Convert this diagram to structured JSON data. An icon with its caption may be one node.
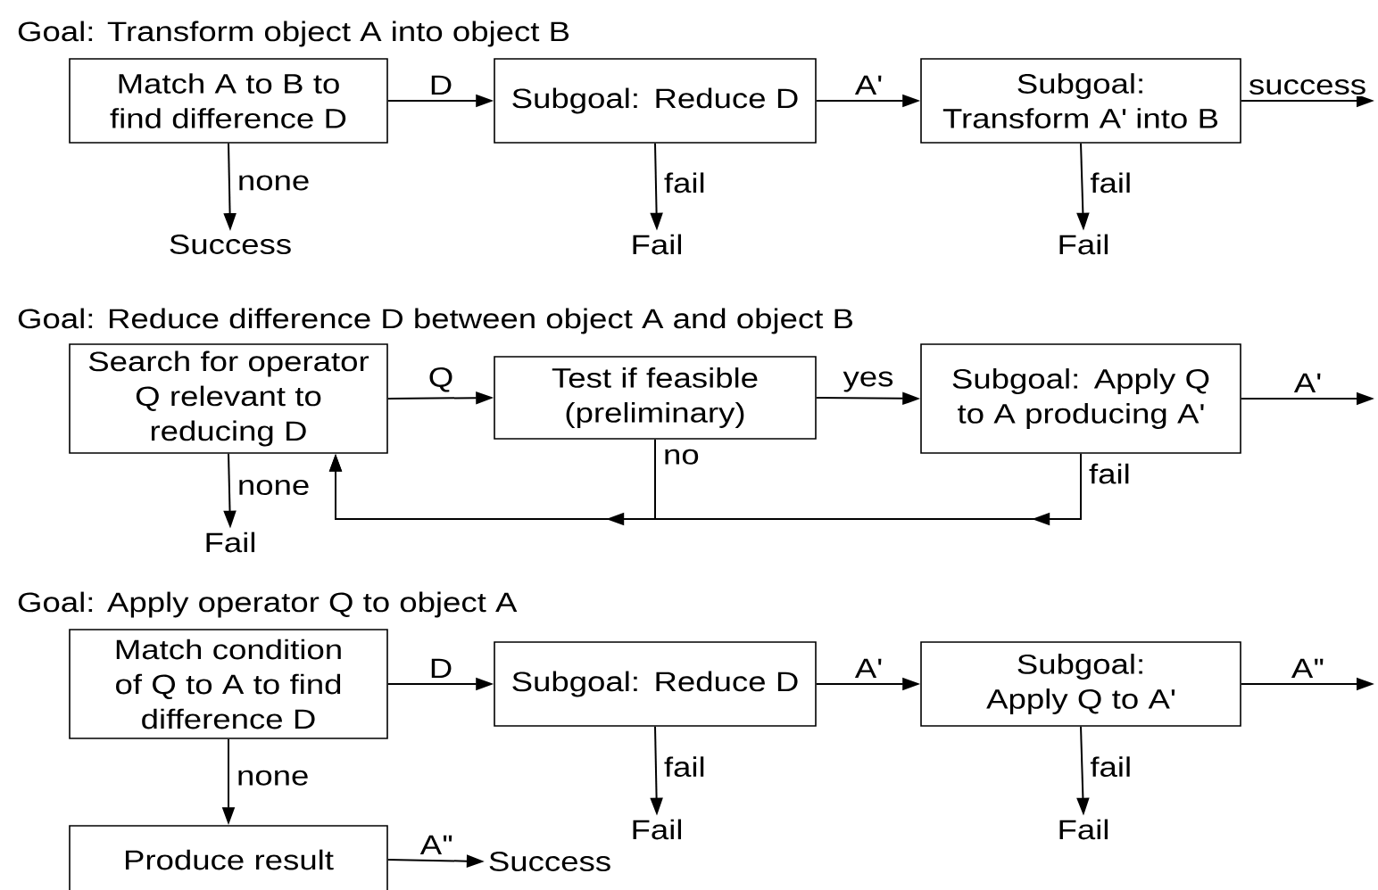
{
  "diagram": {
    "nodes": [
      {
        "text": [
          "Match A to B to find difference D"
        ]
      },
      {
        "text": [
          "Subgoal: Reduce D"
        ]
      },
      {
        "text": [
          "Subgoal: Transform A' into B"
        ]
      },
      {
        "text": [
          "Success"
        ]
      },
      {
        "text": [
          "Fail"
        ]
      },
      {
        "text": [
          "Fail"
        ]
      },
      {
        "text": [
          "Search for operator Q relevant to reducing D"
        ]
      },
      {
        "text": [
          "Test if feasible (preliminary)"
        ]
      },
      {
        "text": [
          "Subgoal: Apply Q to A producing A'"
        ]
      },
      {
        "text": [
          "Fail"
        ]
      },
      {
        "text": [
          "Match condition of Q to A to find difference D"
        ]
      },
      {
        "text": [
          "Subgoal: Reduce D"
        ]
      },
      {
        "text": [
          "Subgoal: Apply Q to A'"
        ]
      },
      {
        "text": [
          "Produce result"
        ]
      },
      {
        "text": [
          "Success"
        ]
      },
      {
        "text": [
          "Fail"
        ]
      },
      {
        "text": [
          "Fail"
        ]
      }
    ],
    "edges": [
      {
        "from": 0,
        "to": 1,
        "arrow": "to",
        "label": "D"
      },
      {
        "from": 1,
        "to": 2,
        "arrow": "to",
        "label": "A'"
      },
      {
        "from": 2,
        "to": null,
        "arrow": "to",
        "label": "success"
      },
      {
        "from": 0,
        "to": 3,
        "arrow": "to",
        "label": "none"
      },
      {
        "from": 1,
        "to": 4,
        "arrow": "to",
        "label": "fail"
      },
      {
        "from": 2,
        "to": 5,
        "arrow": "to",
        "label": "fail"
      },
      {
        "from": 6,
        "to": 7,
        "arrow": "to",
        "label": "Q"
      },
      {
        "from": 7,
        "to": 8,
        "arrow": "to",
        "label": "yes"
      },
      {
        "from": 8,
        "to": null,
        "arrow": "to",
        "label": "A'"
      },
      {
        "from": 6,
        "to": 9,
        "arrow": "to",
        "label": "none"
      },
      {
        "from": 7,
        "to": 6,
        "arrow": "to",
        "label": "no"
      },
      {
        "from": 8,
        "to": 6,
        "arrow": "to",
        "label": "fail"
      },
      {
        "from": 10,
        "to": 11,
        "arrow": "to",
        "label": "D"
      },
      {
        "from": 11,
        "to": 12,
        "arrow": "to",
        "label": "A'"
      },
      {
        "from": 12,
        "to": null,
        "arrow": "to",
        "label": "A''"
      },
      {
        "from": 10,
        "to": 13,
        "arrow": "to",
        "label": "none"
      },
      {
        "from": 13,
        "to": 14,
        "arrow": "to",
        "label": "A''"
      },
      {
        "from": 11,
        "to": 15,
        "arrow": "to",
        "label": "fail"
      },
      {
        "from": 12,
        "to": 16,
        "arrow": "to",
        "label": "fail"
      }
    ],
    "labels": [
      "Goal: Transform object A into object B",
      "Goal: Reduce difference D between object A and object B",
      "Goal: Apply operator Q to object A"
    ]
  }
}
